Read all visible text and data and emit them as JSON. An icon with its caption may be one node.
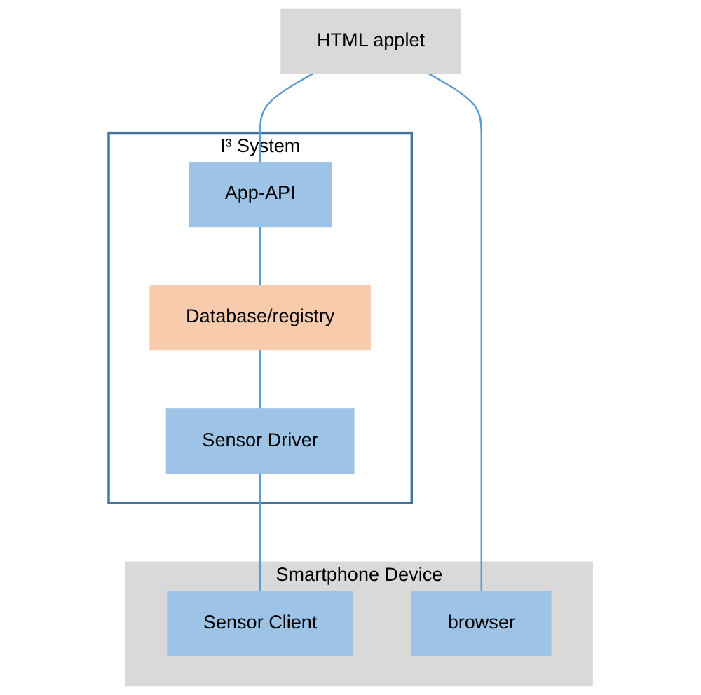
{
  "diagram": {
    "nodes": [
      {
        "text": [
          "HTML applet"
        ]
      },
      {
        "text": [
          "I³ System"
        ]
      },
      {
        "text": [
          "App-API"
        ],
        "in": 1
      },
      {
        "text": [
          "Database/registry"
        ],
        "in": 1
      },
      {
        "text": [
          "Sensor Driver"
        ],
        "in": 1
      },
      {
        "text": [
          "Smartphone Device"
        ]
      },
      {
        "text": [
          "Sensor Client"
        ],
        "in": 5
      },
      {
        "text": [
          "browser"
        ],
        "in": 5
      }
    ],
    "edges": [
      {
        "from": 0,
        "to": 2,
        "arrow": "none"
      },
      {
        "from": 2,
        "to": 3,
        "arrow": "none"
      },
      {
        "from": 3,
        "to": 4,
        "arrow": "none"
      },
      {
        "from": 4,
        "to": 6,
        "arrow": "none"
      },
      {
        "from": 0,
        "to": 7,
        "arrow": "none"
      }
    ]
  }
}
